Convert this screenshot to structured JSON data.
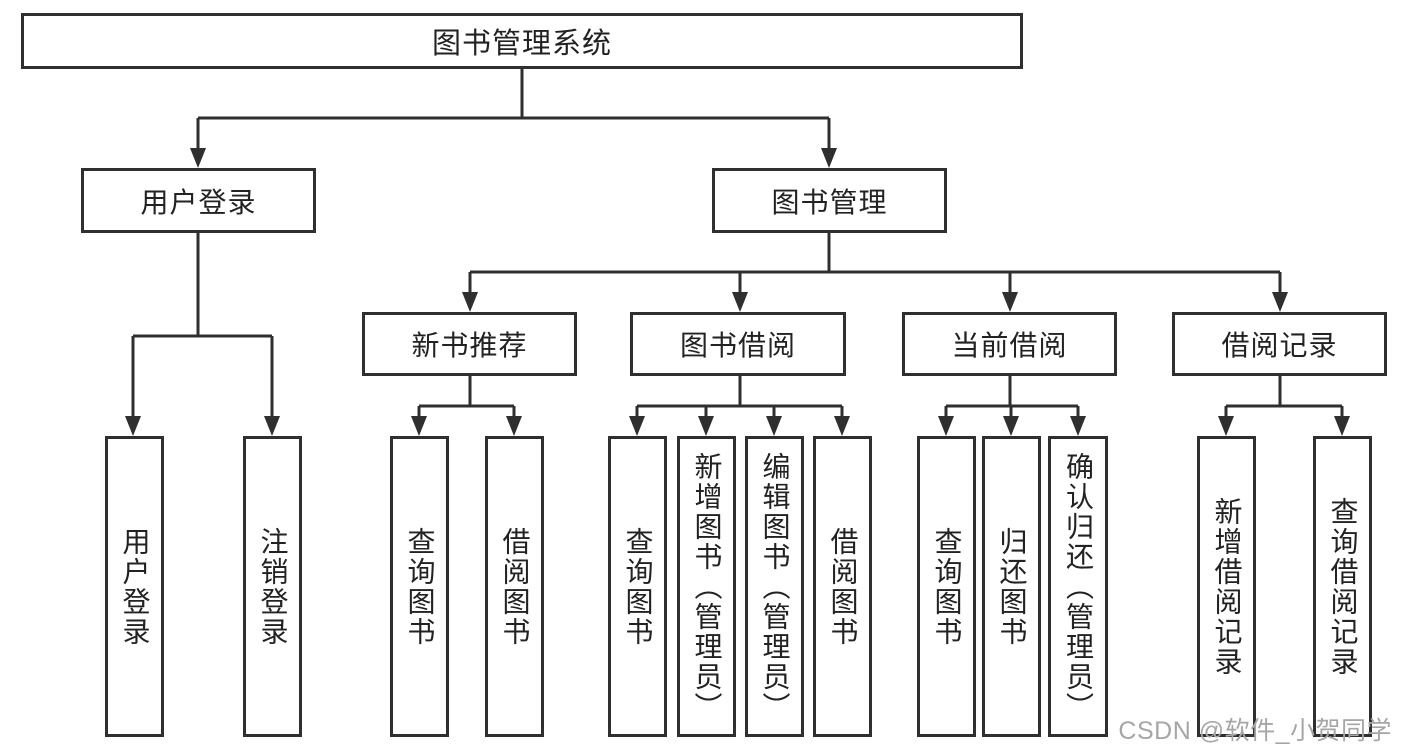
{
  "tree": {
    "label": "图书管理系统",
    "children": [
      {
        "label": "用户登录",
        "children": [
          {
            "label": "用户登录"
          },
          {
            "label": "注销登录"
          }
        ]
      },
      {
        "label": "图书管理",
        "children": [
          {
            "label": "新书推荐",
            "children": [
              {
                "label": "查询图书"
              },
              {
                "label": "借阅图书"
              }
            ]
          },
          {
            "label": "图书借阅",
            "children": [
              {
                "label": "查询图书"
              },
              {
                "label": "新增图书（管理员）"
              },
              {
                "label": "编辑图书（管理员）"
              },
              {
                "label": "借阅图书"
              }
            ]
          },
          {
            "label": "当前借阅",
            "children": [
              {
                "label": "查询图书"
              },
              {
                "label": "归还图书"
              },
              {
                "label": "确认归还（管理员）"
              }
            ]
          },
          {
            "label": "借阅记录",
            "children": [
              {
                "label": "新增借阅记录"
              },
              {
                "label": "查询借阅记录"
              }
            ]
          }
        ]
      }
    ]
  },
  "watermark": {
    "text": "CSDN @软件_小贺同学"
  },
  "colors": {
    "line": "#2f2f2f",
    "text": "#222222",
    "background": "#ffffff",
    "watermark": "#a6a6a6"
  }
}
